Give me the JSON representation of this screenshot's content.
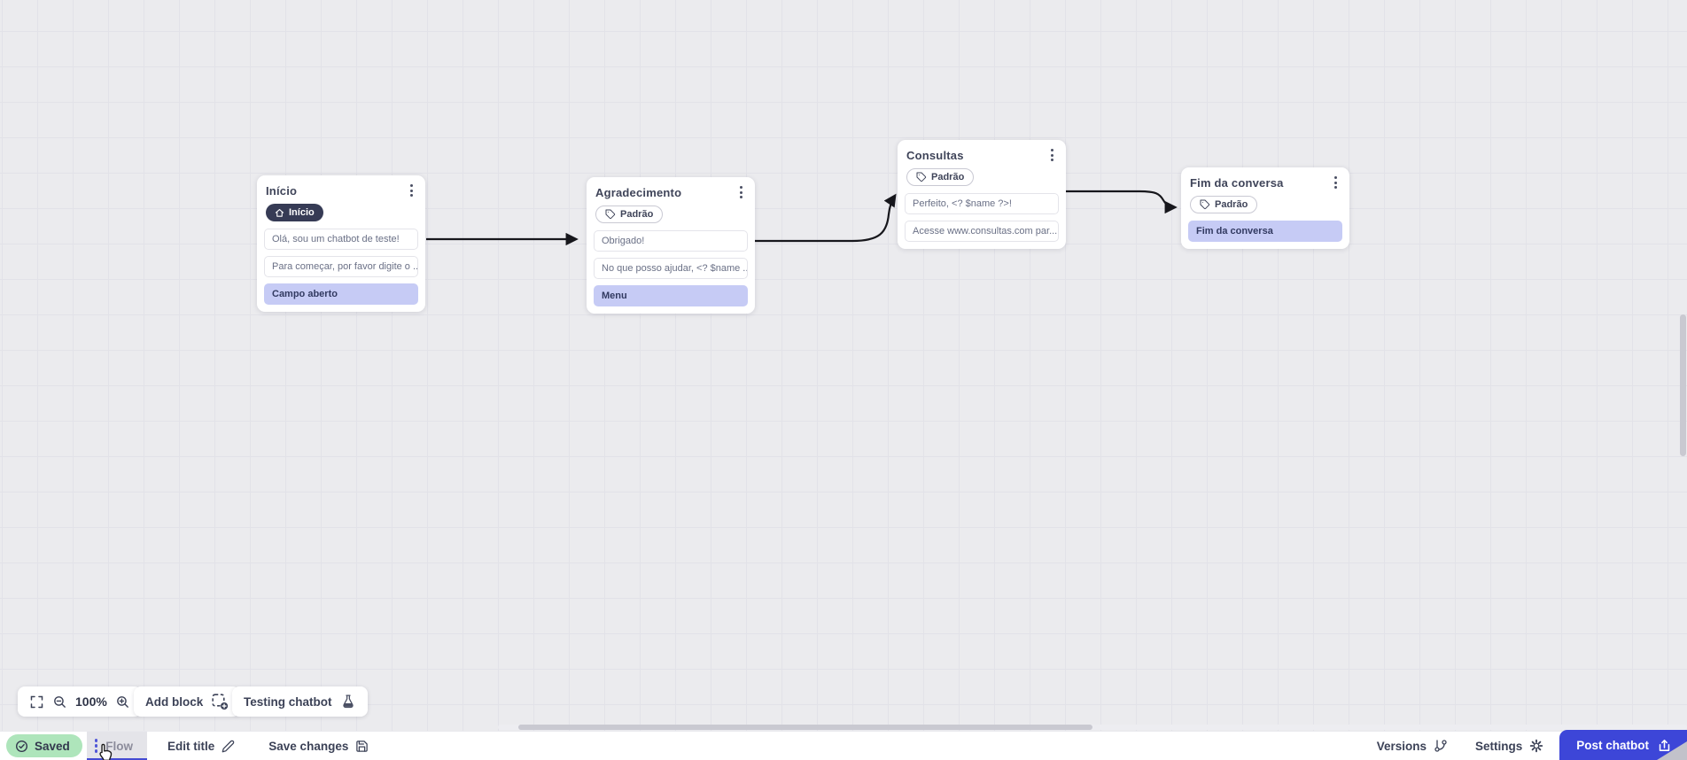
{
  "canvas": {
    "zoom_level": "100%",
    "nodes": [
      {
        "title": "Início",
        "badge": {
          "label": "Início",
          "style": "dark",
          "icon": "home-icon"
        },
        "rows": [
          {
            "text": "Olá, sou um chatbot de teste!",
            "variant": "message"
          },
          {
            "text": "Para começar, por favor digite o ...",
            "variant": "message"
          },
          {
            "text": "Campo aberto",
            "variant": "action"
          }
        ]
      },
      {
        "title": "Agradecimento",
        "badge": {
          "label": "Padrão",
          "style": "outline",
          "icon": "tag-icon"
        },
        "rows": [
          {
            "text": "Obrigado!",
            "variant": "message"
          },
          {
            "text": "No que posso ajudar, <? $name ...",
            "variant": "message"
          },
          {
            "text": "Menu",
            "variant": "action"
          }
        ]
      },
      {
        "title": "Consultas",
        "badge": {
          "label": "Padrão",
          "style": "outline",
          "icon": "tag-icon"
        },
        "rows": [
          {
            "text": "Perfeito, <? $name ?>!",
            "variant": "message"
          },
          {
            "text": "Acesse www.consultas.com par...",
            "variant": "message"
          }
        ]
      },
      {
        "title": "Fim da conversa",
        "badge": {
          "label": "Padrão",
          "style": "outline",
          "icon": "tag-icon"
        },
        "rows": [
          {
            "text": "Fim da conversa",
            "variant": "action"
          }
        ]
      }
    ],
    "connections": [
      {
        "from": "Início",
        "to": "Agradecimento"
      },
      {
        "from": "Agradecimento",
        "to": "Consultas"
      },
      {
        "from": "Consultas",
        "to": "Fim da conversa"
      }
    ]
  },
  "toolbar": {
    "zoom_level": "100%",
    "add_block_label": "Add block",
    "testing_label": "Testing chatbot"
  },
  "statusbar": {
    "saved_label": "Saved",
    "flow_tab_label": "Flow",
    "edit_title_label": "Edit title",
    "save_changes_label": "Save changes",
    "versions_label": "Versions",
    "settings_label": "Settings",
    "post_label": "Post chatbot"
  },
  "icons": {
    "saved": "check-circle",
    "flow_tab": "drag-handle-dots",
    "edit_title": "pencil",
    "save_changes": "floppy-disk",
    "versions": "git-branch",
    "settings": "gear",
    "post": "upload-tray",
    "fullscreen": "corner-brackets",
    "zoom_out": "magnifier-minus",
    "zoom_in": "magnifier-plus",
    "add_block": "dashed-square-plus",
    "testing": "flask",
    "node_menu": "kebab-dots",
    "inicio_badge": "home",
    "padrao_badge": "tag"
  },
  "colors": {
    "canvas_bg": "#ebebee",
    "accent_indigo": "#3d46d8",
    "action_row": "#c6cbf5",
    "saved_green": "#aee5bb",
    "dark_badge": "#363b55",
    "connector": "#17171c"
  }
}
